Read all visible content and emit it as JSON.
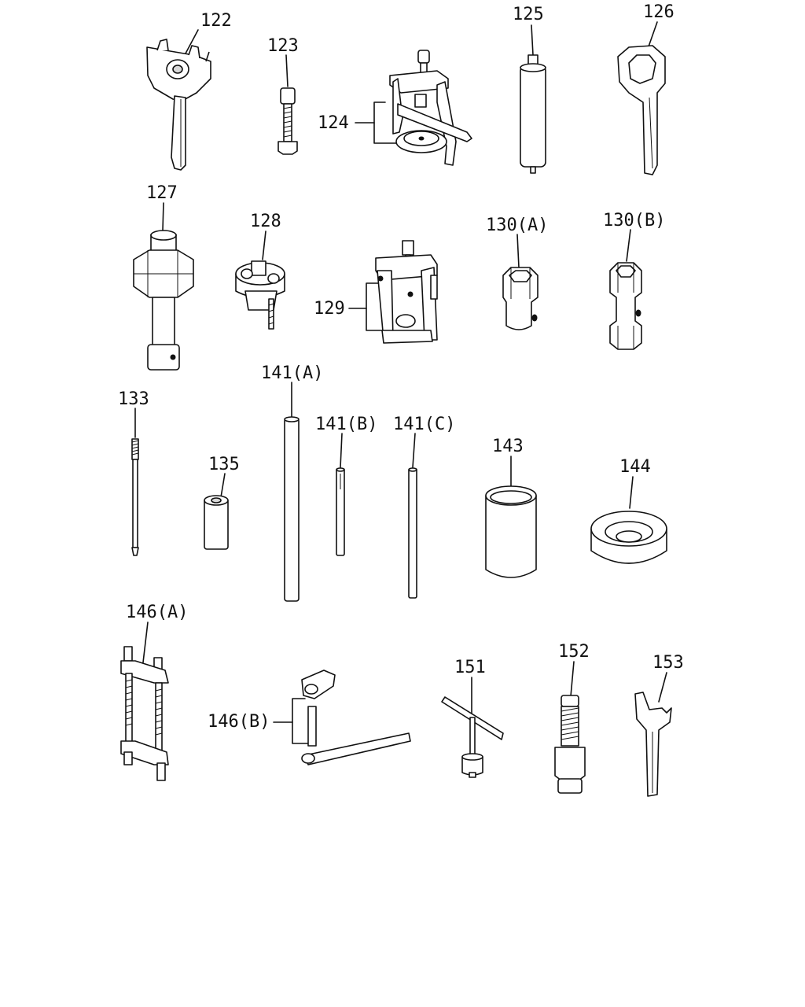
{
  "labels": {
    "p122": "122",
    "p123": "123",
    "p124": "124",
    "p125": "125",
    "p126": "126",
    "p127": "127",
    "p128": "128",
    "p129": "129",
    "p130a": "130(A)",
    "p130b": "130(B)",
    "p133": "133",
    "p135": "135",
    "p141a": "141(A)",
    "p141b": "141(B)",
    "p141c": "141(C)",
    "p143": "143",
    "p144": "144",
    "p146a": "146(A)",
    "p146b": "146(B)",
    "p151": "151",
    "p152": "152",
    "p153": "153"
  }
}
